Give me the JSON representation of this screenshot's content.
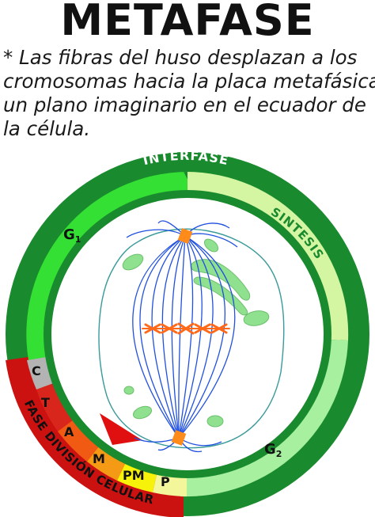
{
  "title": "METAFASE",
  "description": {
    "lines": [
      "* Las fibras del huso desplazan a los",
      "cromosomas hacia la placa metafásica,",
      "un plano imaginario en el ecuador de",
      "la célula."
    ]
  },
  "cycle": {
    "outer_labels": {
      "interfase": "INTERFASE",
      "fase_division": "FASE DIVISIÓN CELULAR"
    },
    "phases": {
      "g1": "G",
      "g1_sub": "1",
      "sintesis": "SINTESIS",
      "g2": "G",
      "g2_sub": "2"
    },
    "mitosis_stages": [
      "C",
      "T",
      "A",
      "M",
      "PM",
      "P"
    ]
  },
  "colors": {
    "outer_ring": "#1a8a2e",
    "g1": "#33e033",
    "sintesis": "#d4f5a2",
    "g2": "#a6f0a0",
    "division_band": "#cc1111",
    "c_stage": "#b3b3b3",
    "t_stage": "#d9261c",
    "a_stage": "#f05a12",
    "m_stage": "#f59a14",
    "pm_stage": "#f7f20a",
    "p_stage": "#f3f69a",
    "spindle": "#2050e0",
    "chromosomes": "#ff6a1a",
    "centrosome": "#ff8c1a",
    "mitochondria": "#8fe08f",
    "pointer": "#e01010"
  }
}
